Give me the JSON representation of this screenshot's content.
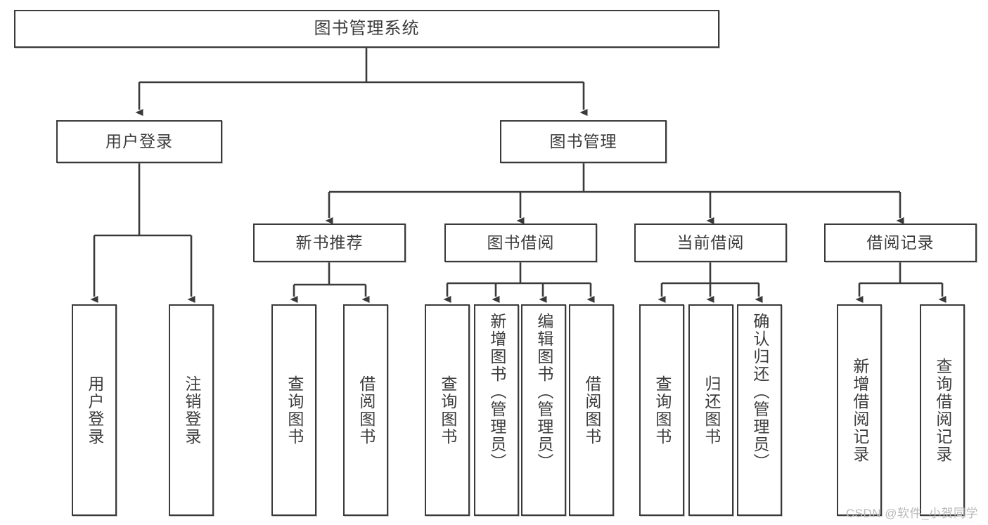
{
  "diagram": {
    "title": "图书管理系统",
    "type": "tree",
    "orientation": "top-down",
    "stroke_color": "#3a3a3a",
    "text_color": "#3c3c3c",
    "background_color": "#ffffff"
  },
  "nodes": {
    "root": {
      "label": "图书管理系统",
      "level": 0
    },
    "level1": [
      {
        "id": "user-login",
        "label": "用户登录",
        "level": 1
      },
      {
        "id": "book-management",
        "label": "图书管理",
        "level": 1
      }
    ],
    "level2": [
      {
        "id": "new-book-recommend",
        "label": "新书推荐",
        "level": 2,
        "parent": "book-management"
      },
      {
        "id": "book-borrow",
        "label": "图书借阅",
        "level": 2,
        "parent": "book-management"
      },
      {
        "id": "current-borrow",
        "label": "当前借阅",
        "level": 2,
        "parent": "book-management"
      },
      {
        "id": "borrow-record",
        "label": "借阅记录",
        "level": 2,
        "parent": "book-management"
      }
    ],
    "leaves": [
      {
        "id": "leaf-user-login",
        "label": "用户登录",
        "parent": "user-login"
      },
      {
        "id": "leaf-logout-login",
        "label": "注销登录",
        "parent": "user-login"
      },
      {
        "id": "leaf-query-book-1",
        "label": "查询图书",
        "parent": "new-book-recommend"
      },
      {
        "id": "leaf-borrow-book-1",
        "label": "借阅图书",
        "parent": "new-book-recommend"
      },
      {
        "id": "leaf-query-book-2",
        "label": "查询图书",
        "parent": "book-borrow"
      },
      {
        "id": "leaf-add-book",
        "label": "新增图书（管理员）",
        "parent": "book-borrow"
      },
      {
        "id": "leaf-edit-book",
        "label": "编辑图书（管理员）",
        "parent": "book-borrow"
      },
      {
        "id": "leaf-borrow-book-2",
        "label": "借阅图书",
        "parent": "book-borrow"
      },
      {
        "id": "leaf-query-book-3",
        "label": "查询图书",
        "parent": "current-borrow"
      },
      {
        "id": "leaf-return-book",
        "label": "归还图书",
        "parent": "current-borrow"
      },
      {
        "id": "leaf-confirm-return",
        "label": "确认归还（管理员）",
        "parent": "current-borrow"
      },
      {
        "id": "leaf-add-record",
        "label": "新增借阅记录",
        "parent": "borrow-record"
      },
      {
        "id": "leaf-query-record",
        "label": "查询借阅记录",
        "parent": "borrow-record"
      }
    ]
  },
  "watermark": {
    "text": "CSDN @软件_小贺同学"
  }
}
